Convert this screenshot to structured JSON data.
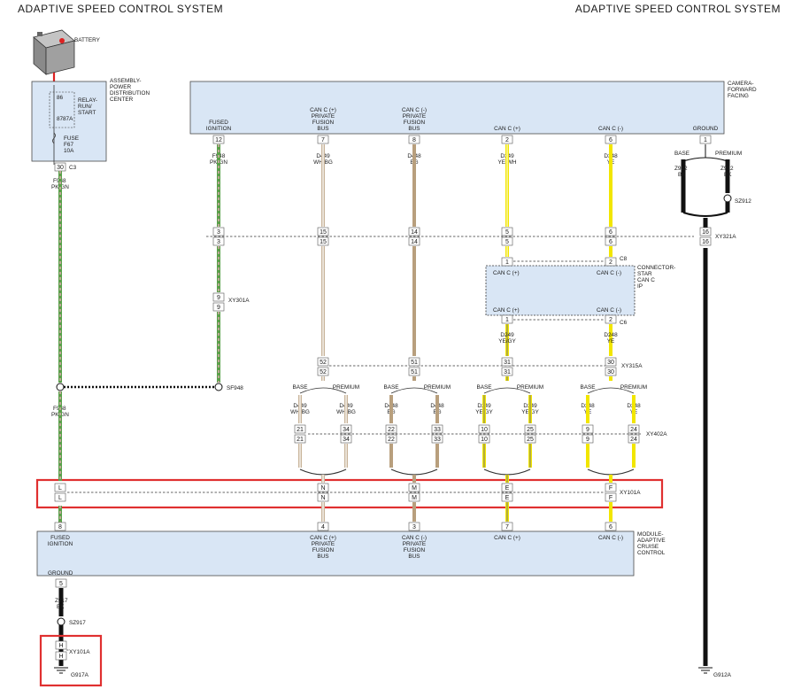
{
  "header": {
    "left_title": "ADAPTIVE SPEED CONTROL SYSTEM",
    "right_title": "ADAPTIVE SPEED CONTROL SYSTEM"
  },
  "battery": {
    "label": "BATTERY"
  },
  "pdc": {
    "name": [
      "ASSEMBLY-",
      "POWER",
      "DISTRIBUTION",
      "CENTER"
    ],
    "relay": [
      "RELAY-",
      "RUN/",
      "START"
    ],
    "relay_pins": [
      "86",
      "87",
      "87A"
    ],
    "fuse": [
      "FUSE",
      "F67",
      "10A"
    ],
    "pin": "30",
    "connector": "C3"
  },
  "camera": {
    "name": [
      "CAMERA-",
      "FORWARD",
      "FACING"
    ],
    "pins": [
      {
        "label": [
          "FUSED",
          "IGNITION"
        ],
        "pin": "12"
      },
      {
        "label": [
          "CAN C (+)",
          "PRIVATE",
          "FUSION",
          "BUS"
        ],
        "pin": "7"
      },
      {
        "label": [
          "CAN C (-)",
          "PRIVATE",
          "FUSION",
          "BUS"
        ],
        "pin": "8"
      },
      {
        "label": [
          "CAN C (+)"
        ],
        "pin": "2"
      },
      {
        "label": [
          "CAN C (-)"
        ],
        "pin": "6"
      },
      {
        "label": [
          "GROUND"
        ],
        "pin": "1"
      }
    ]
  },
  "wires_top": [
    {
      "circuit": "F948",
      "color": "PK/GN"
    },
    {
      "circuit": "D449",
      "color": "WH/BG"
    },
    {
      "circuit": "D448",
      "color": "BG"
    },
    {
      "circuit": "D349",
      "color": "YE/WH"
    },
    {
      "circuit": "D348",
      "color": "YE"
    }
  ],
  "left_wire": {
    "circuit": "F948",
    "color": "PK/GN"
  },
  "left_wire_lower": {
    "circuit": "F948",
    "color": "PK/GN"
  },
  "ground_split": {
    "base": "BASE",
    "premium": "PREMIUM",
    "base_wire": {
      "circuit": "Z912",
      "color": "BK"
    },
    "premium_wire": {
      "circuit": "Z912",
      "color": "BK"
    },
    "splice": "SZ912"
  },
  "xy321a": {
    "name": "XY321A",
    "pins": [
      "3",
      "15",
      "14",
      "5",
      "6",
      "16"
    ]
  },
  "xy301a": {
    "name": "XY301A",
    "pin": "9"
  },
  "connector_star": {
    "name": [
      "CONNECTOR-",
      "STAR",
      "CAN C",
      "IP"
    ],
    "top_labels": [
      "CAN C (+)",
      "CAN C (-)"
    ],
    "bottom_labels": [
      "CAN C (+)",
      "CAN C (-)"
    ],
    "top_pins": [
      "1",
      "2"
    ],
    "bottom_pins": [
      "1",
      "2"
    ],
    "c_top": "C8",
    "c_bottom": "C6"
  },
  "star_wires": [
    {
      "circuit": "D249",
      "color": "YE/GY"
    },
    {
      "circuit": "D248",
      "color": "YE"
    }
  ],
  "xy315a": {
    "name": "XY315A",
    "pins": [
      "52",
      "51",
      "31",
      "30"
    ]
  },
  "sf948": "SF948",
  "variants": {
    "base": "BASE",
    "premium": "PREMIUM",
    "groups": [
      {
        "base": {
          "circuit": "D449",
          "color": "WH/BG",
          "pin": "21"
        },
        "premium": {
          "circuit": "D449",
          "color": "WH/BG",
          "pin": "34"
        }
      },
      {
        "base": {
          "circuit": "D448",
          "color": "BG",
          "pin": "22"
        },
        "premium": {
          "circuit": "D448",
          "color": "BG",
          "pin": "33"
        }
      },
      {
        "base": {
          "circuit": "D249",
          "color": "YE/GY",
          "pin": "10"
        },
        "premium": {
          "circuit": "D249",
          "color": "YE/GY",
          "pin": "25"
        }
      },
      {
        "base": {
          "circuit": "D248",
          "color": "YE",
          "pin": "9"
        },
        "premium": {
          "circuit": "D248",
          "color": "YE",
          "pin": "24"
        }
      }
    ]
  },
  "xy402a": {
    "name": "XY402A"
  },
  "xy101a": {
    "name": "XY101A",
    "pins": [
      "L",
      "N",
      "M",
      "E",
      "F"
    ]
  },
  "acc_module": {
    "name": [
      "MODULE-",
      "ADAPTIVE",
      "CRUISE",
      "CONTROL"
    ],
    "pins": [
      {
        "label": [
          "FUSED",
          "IGNITION"
        ],
        "pin": "8"
      },
      {
        "label": [
          "CAN C (+)",
          "PRIVATE",
          "FUSION",
          "BUS"
        ],
        "pin": "4"
      },
      {
        "label": [
          "CAN C (-)",
          "PRIVATE",
          "FUSION",
          "BUS"
        ],
        "pin": "3"
      },
      {
        "label": [
          "CAN C (+)"
        ],
        "pin": "7"
      },
      {
        "label": [
          "CAN C (-)"
        ],
        "pin": "6"
      }
    ],
    "ground_label": "GROUND",
    "ground_pin": "5"
  },
  "ground_wire": {
    "circuit": "Z917",
    "color": "BK"
  },
  "sz917": "SZ917",
  "xy101a_ground": {
    "name": "XY101A",
    "pins": [
      "H",
      "H"
    ]
  },
  "g917a": "G917A",
  "g912a": "G912A",
  "colors": {
    "module_fill": "#d9e6f5",
    "pk_gn_1": "#5aa04a",
    "pk_gn_2": "#e8a8b8",
    "wh_bg": "#c8b49a",
    "bg": "#b89f7d",
    "ye": "#f2e600",
    "bk": "#111111",
    "highlight": "#e03030"
  }
}
